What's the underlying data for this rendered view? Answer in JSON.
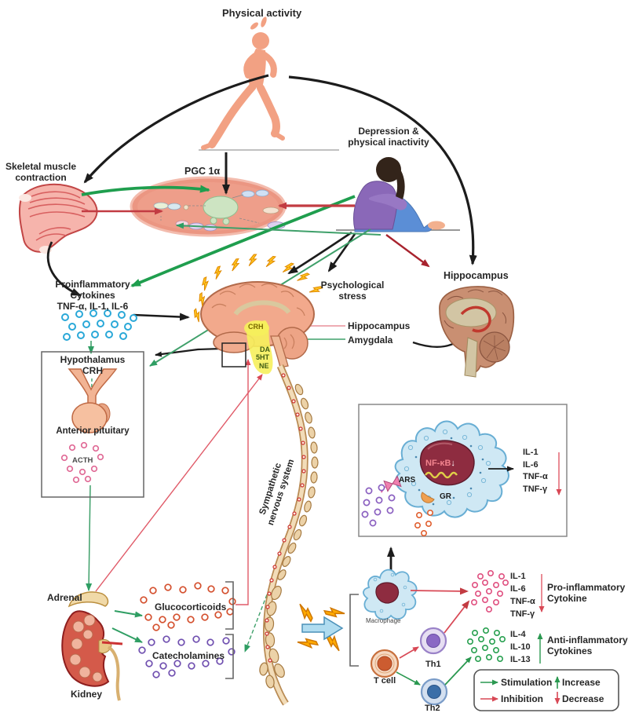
{
  "labels": {
    "physical_activity": "Physical activity",
    "depression": "Depression &\nphysical inactivity",
    "skeletal_muscle": "Skeletal muscle\ncontraction",
    "pgc1a": "PGC 1α",
    "proinflammatory": "Proinflammatory\nCytokines\nTNF-α, IL-1, IL-6",
    "psychological_stress": "Psychological\nstress",
    "hippocampus_top": "Hippocampus",
    "hippocampus_mid": "Hippocampus",
    "amygdala": "Amygdala",
    "crh_brain": "CRH",
    "da": "DA",
    "ht5": "5HT",
    "ne": "NE",
    "hypothalamus": "Hypothalamus",
    "crh_axis": "CRH",
    "anterior_pituitary": "Anterior pituitary",
    "acth": "ACTH",
    "sympathetic": "Sympathetic\nnervous system",
    "adrenal": "Adrenal",
    "kidney": "Kidney",
    "glucocorticoids": "Glucocorticoids",
    "catecholamines": "Catecholamines"
  },
  "inset": {
    "nfkb": "NF-κB",
    "nfkb_arrow": "↓",
    "ars": "ARS",
    "gr": "GR",
    "cytokines": "IL-1\nIL-6\nTNF-α\nTNF-γ"
  },
  "immune": {
    "macrophage": "Macrophage",
    "t_cell": "T cell",
    "th1": "Th1",
    "th2": "Th2",
    "pro_cytokines": "IL-1\nIL-6\nTNF-α\nTNF-γ",
    "pro_label": "Pro-inflammatory\nCytokine",
    "anti_cytokines": "IL-4\nIL-10\nIL-13",
    "anti_label": "Anti-inflammatory\nCytokines"
  },
  "legend": {
    "stimulation": "Stimulation",
    "inhibition": "Inhibition",
    "increase": "Increase",
    "decrease": "Decrease"
  },
  "colors": {
    "stimulation_green": "#1f9e4e",
    "inhibition_red": "#c23b42",
    "increase_green": "#2a9850",
    "decrease_red": "#d84855",
    "cytokine_cyan": "#2aa8d8",
    "acth_pink": "#e06a96",
    "glucocorticoid_orange": "#d4502e",
    "catecholamine_purple": "#7050b0",
    "pro_cytokine_pink": "#e05080",
    "anti_cytokine_green": "#28a050"
  }
}
